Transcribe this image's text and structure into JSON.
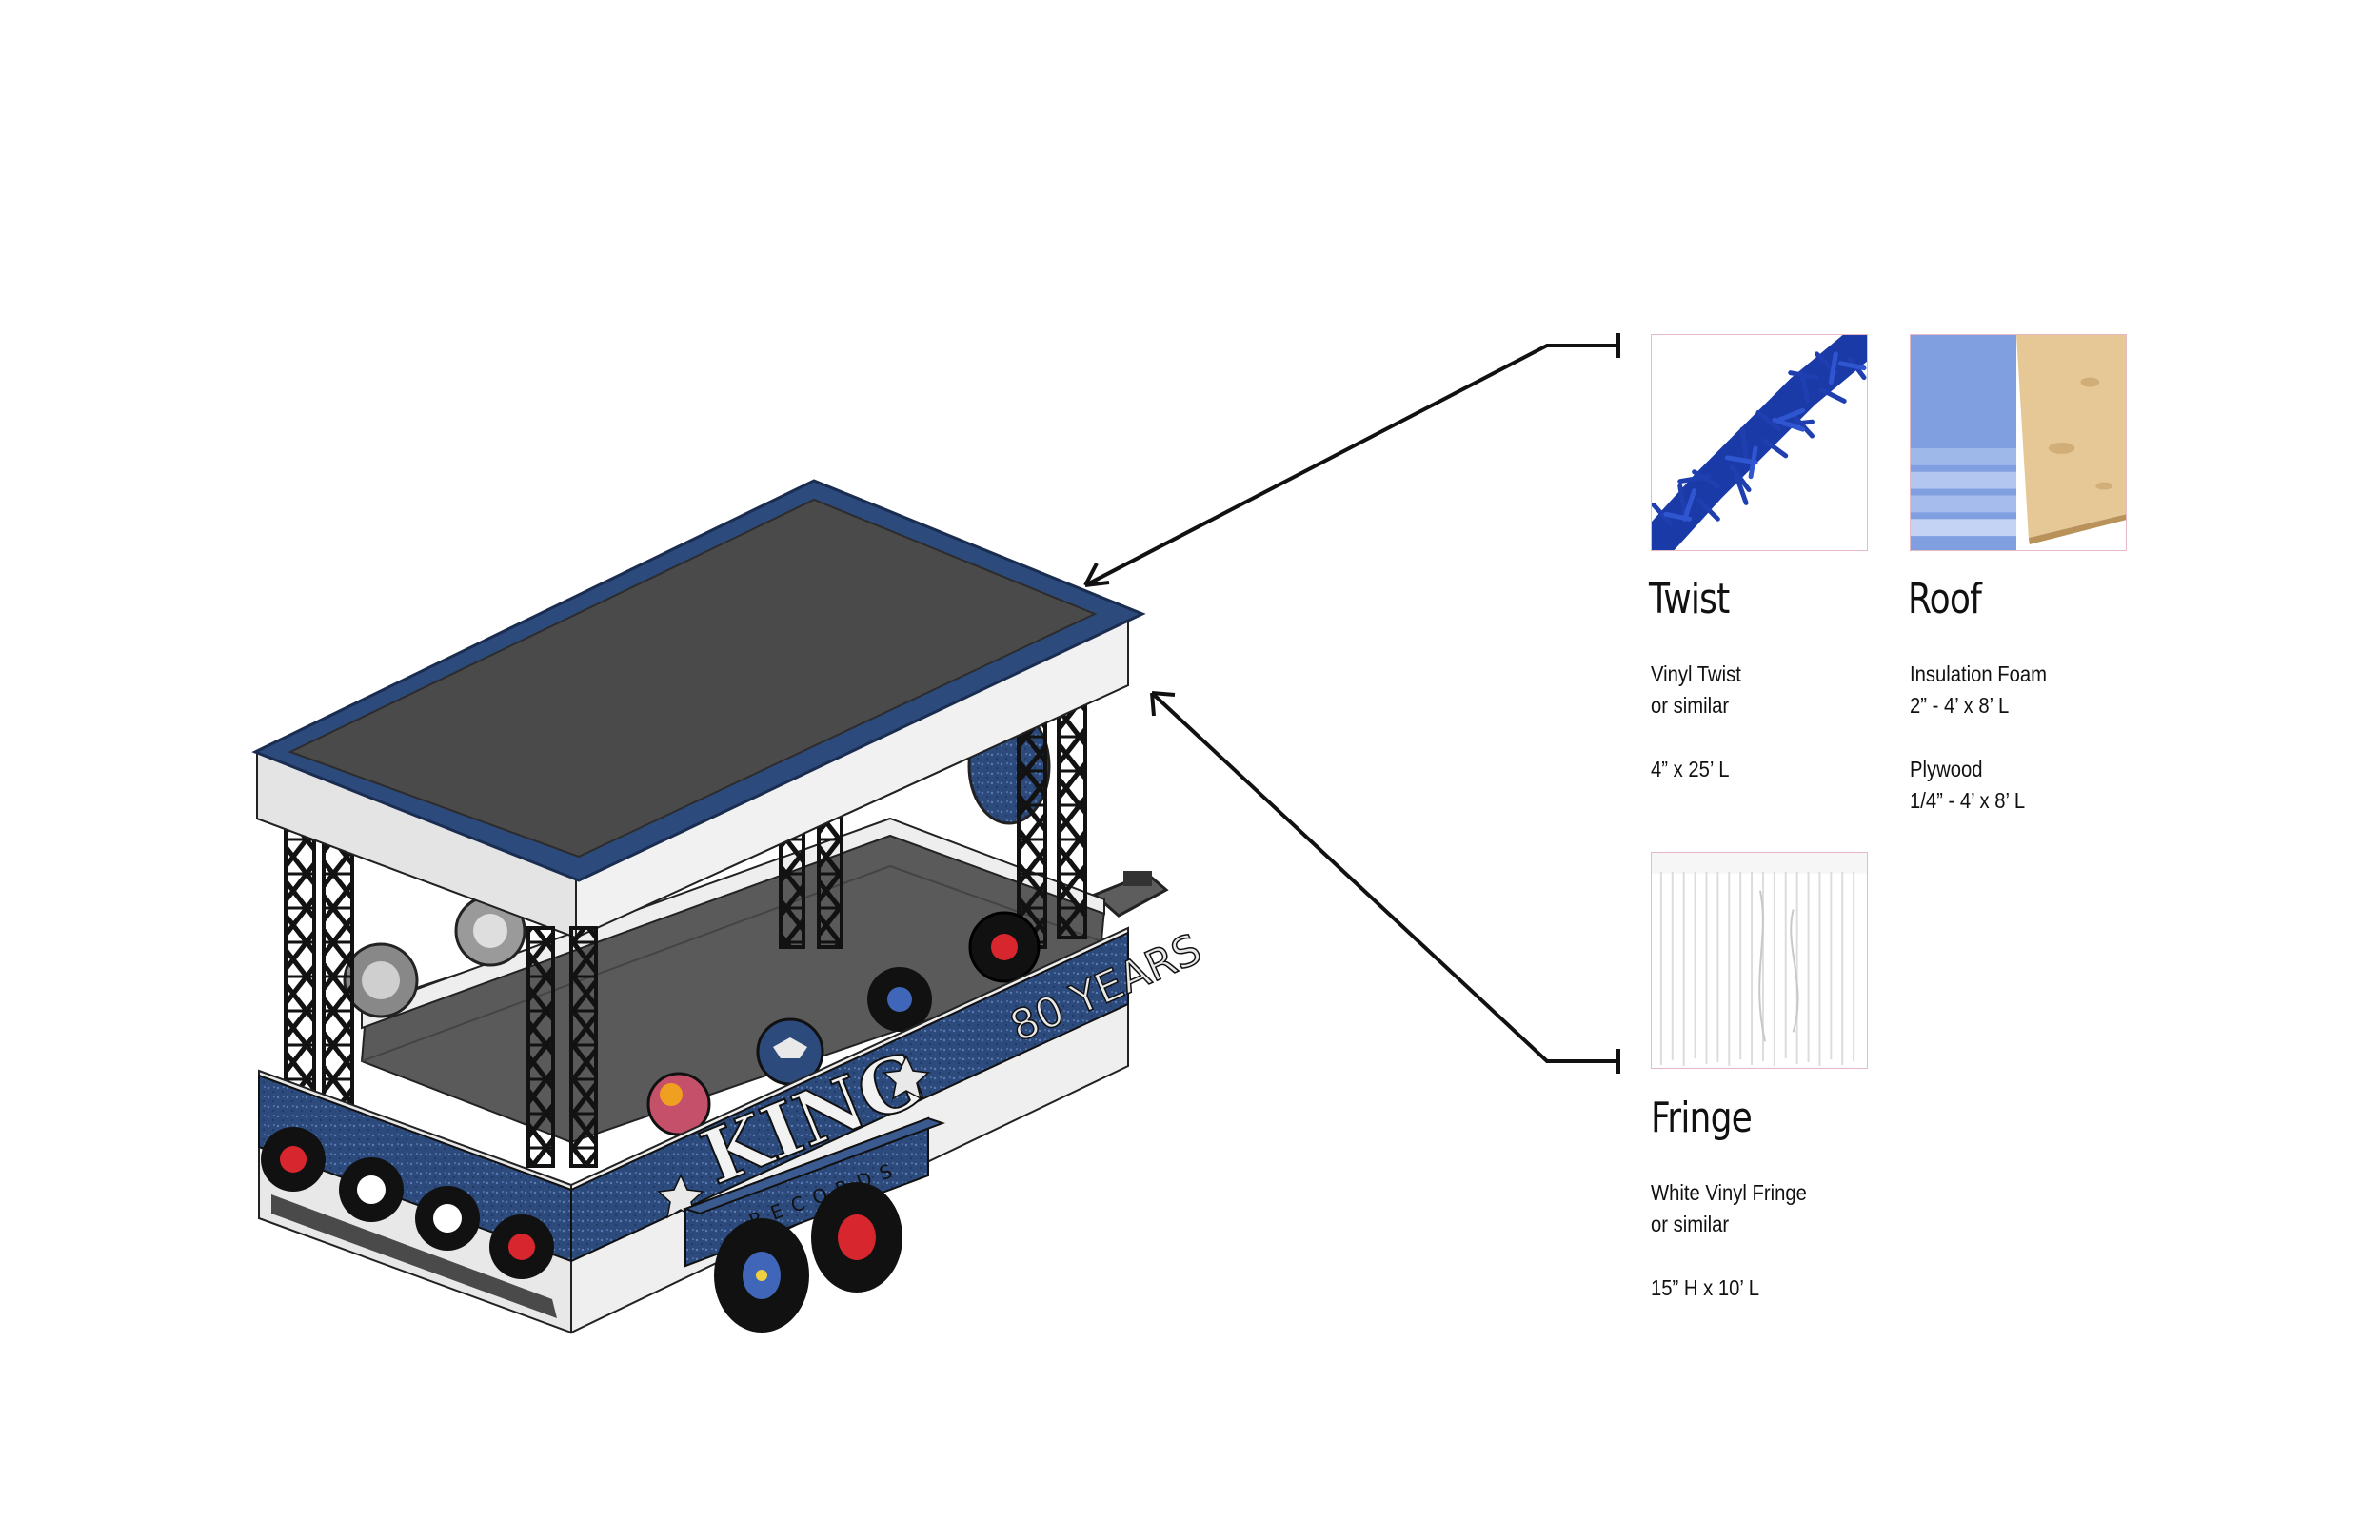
{
  "float": {
    "banner_text": "80 YEARS",
    "logo_text": "KING",
    "logo_subtext": "RECORDS",
    "colors": {
      "navy": "#2c4a7c",
      "roof_top": "#4a4a4a",
      "fascia": "#e9e9e9",
      "truss": "#121212",
      "deck": "#5a5a5a",
      "record_red": "#d7262d",
      "record_blue": "#3f66b8"
    }
  },
  "materials": {
    "twist": {
      "title": "Twist",
      "line1": "Vinyl Twist",
      "line2": "or similar",
      "line3": "4” x 25’ L",
      "swatch_icon": "blue-tinsel-twist",
      "color": "#1f3fb0"
    },
    "roof": {
      "title": "Roof",
      "line1": "Insulation Foam",
      "line2": "2” - 4’ x 8’ L",
      "line3": "Plywood",
      "line4": "1/4” - 4’ x 8’ L",
      "swatch_icon": "foam-and-plywood",
      "colors": {
        "foam": "#7f9fe0",
        "plywood": "#e6c896"
      }
    },
    "fringe": {
      "title": "Fringe",
      "line1": "White Vinyl Fringe",
      "line2": "or similar",
      "line3": "15” H x 10’ L",
      "swatch_icon": "white-vinyl-fringe",
      "color": "#f3f3f3"
    }
  }
}
